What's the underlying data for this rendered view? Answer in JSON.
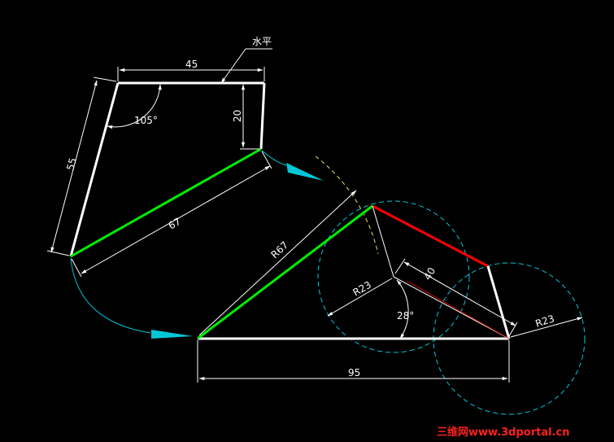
{
  "colors": {
    "background": "#000000",
    "outline": "#ffffff",
    "highlight_green": "#00ee00",
    "highlight_red": "#ff0000",
    "arc_cyan": "#00c8d8",
    "arc_yellow": "#e8e060",
    "thin_red": "#cc0000",
    "watermark": "#ff2020"
  },
  "labels": {
    "horizontal_note": "水平",
    "top_width": "45",
    "right_height": "20",
    "angle_top": "105°",
    "left_side": "55",
    "diag_length": "67",
    "radius_large": "R67",
    "radius_mid": "R23",
    "slant_length": "40",
    "angle_bottom": "28°",
    "radius_right": "R23",
    "bottom_width": "95"
  },
  "watermark": "三维网www.3dportal.cn"
}
